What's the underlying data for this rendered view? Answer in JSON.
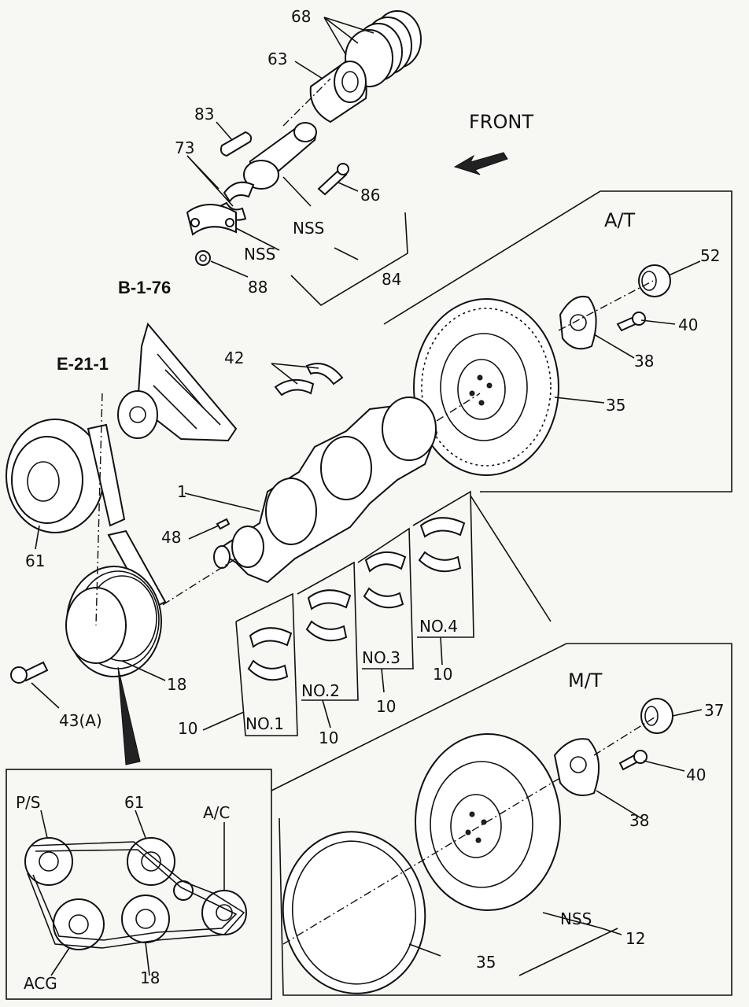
{
  "labels": {
    "front": "FRONT",
    "at": "A/T",
    "mt": "M/T",
    "ref_b": "B-1-76",
    "ref_e": "E-21-1",
    "p68": "68",
    "p63": "63",
    "p83": "83",
    "p73": "73",
    "p86": "86",
    "nss_a": "NSS",
    "nss_b": "NSS",
    "p84": "84",
    "p88": "88",
    "p42": "42",
    "p52": "52",
    "p40a": "40",
    "p38a": "38",
    "p35a": "35",
    "p1": "1",
    "p48": "48",
    "p61": "61",
    "p18": "18",
    "p43": "43(A)",
    "p10a": "10",
    "p10b": "10",
    "p10c": "10",
    "p10d": "10",
    "no1": "NO.1",
    "no2": "NO.2",
    "no3": "NO.3",
    "no4": "NO.4",
    "p37": "37",
    "p40b": "40",
    "p38b": "38",
    "nss_c": "NSS",
    "p12": "12",
    "p35b": "35",
    "inset_ps": "P/S",
    "inset_61": "61",
    "inset_ac": "A/C",
    "inset_acg": "ACG",
    "inset_18": "18"
  }
}
